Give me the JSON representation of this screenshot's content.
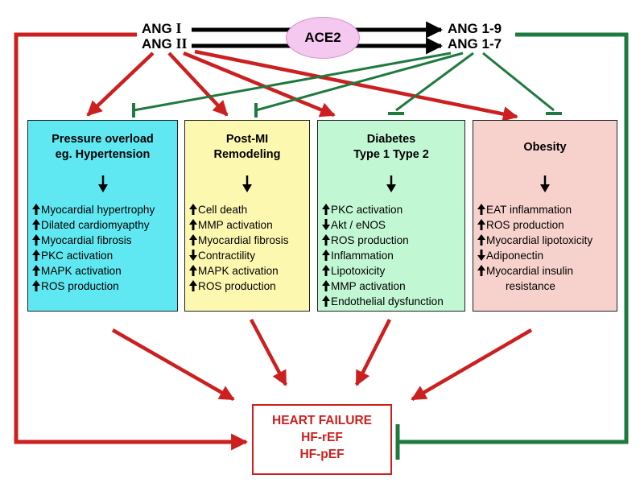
{
  "colors": {
    "activation": "#cc1f1f",
    "inhibition": "#1f7a3f",
    "ace2_fill": "#f5c8f0",
    "box_pressure": "#5fe8f2",
    "box_postmi": "#fdf8b0",
    "box_diabetes": "#c2f7d4",
    "box_obesity": "#f7d2cc"
  },
  "top": {
    "ang1": {
      "prefix": "ANG ",
      "numeral": "I"
    },
    "ang2": {
      "prefix": "ANG ",
      "numeral": "II"
    },
    "ang19": "ANG 1-9",
    "ang17": "ANG 1-7",
    "enzyme": "ACE2"
  },
  "boxes": [
    {
      "id": "pressure",
      "title_lines": [
        "Pressure overload",
        "eg. Hypertension"
      ],
      "items": [
        {
          "dir": "up",
          "text": "Myocardial hypertrophy"
        },
        {
          "dir": "up",
          "text": "Dilated cardiomyapthy"
        },
        {
          "dir": "up",
          "text": "Myocardial fibrosis"
        },
        {
          "dir": "up",
          "text": "PKC activation"
        },
        {
          "dir": "up",
          "text": "MAPK activation"
        },
        {
          "dir": "up",
          "text": "ROS production"
        }
      ]
    },
    {
      "id": "postmi",
      "title_lines": [
        "Post-MI",
        "Remodeling"
      ],
      "items": [
        {
          "dir": "up",
          "text": "Cell death"
        },
        {
          "dir": "up",
          "text": "MMP activation"
        },
        {
          "dir": "up",
          "text": "Myocardial fibrosis"
        },
        {
          "dir": "down",
          "text": "Contractility"
        },
        {
          "dir": "up",
          "text": "MAPK activation"
        },
        {
          "dir": "up",
          "text": "ROS production"
        }
      ]
    },
    {
      "id": "diabetes",
      "title_lines": [
        "Diabetes"
      ],
      "types": [
        "Type 1",
        "Type 2"
      ],
      "items": [
        {
          "dir": "up",
          "text": "PKC activation"
        },
        {
          "dir": "down",
          "text": "Akt / eNOS"
        },
        {
          "dir": "up",
          "text": "ROS production"
        },
        {
          "dir": "up",
          "text": "Inflammation"
        },
        {
          "dir": "up",
          "text": "Lipotoxicity"
        },
        {
          "dir": "up",
          "text": "MMP activation"
        },
        {
          "dir": "up",
          "text": "Endothelial dysfunction"
        }
      ]
    },
    {
      "id": "obesity",
      "title_lines": [
        "Obesity"
      ],
      "items": [
        {
          "dir": "up",
          "text": "EAT inflammation"
        },
        {
          "dir": "up",
          "text": "ROS production"
        },
        {
          "dir": "up",
          "text": "Myocardial lipotoxicity"
        },
        {
          "dir": "down",
          "text": "Adiponectin"
        },
        {
          "dir": "up",
          "text": "Myocardial insulin"
        },
        {
          "dir": "none",
          "text": "resistance"
        }
      ]
    }
  ],
  "outcome": {
    "title": "HEART FAILURE",
    "line2": "HF-rEF",
    "line3": "HF-pEF"
  }
}
